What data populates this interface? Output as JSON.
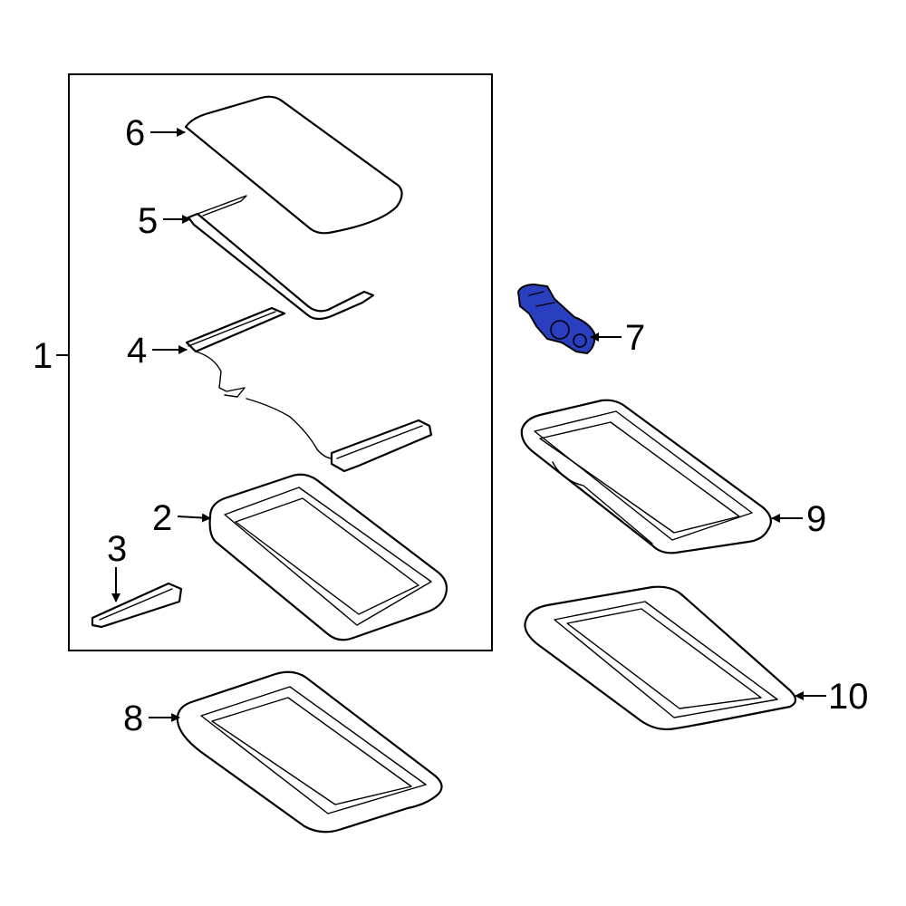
{
  "diagram": {
    "accent_color": "#2a3fc0",
    "callouts": [
      {
        "id": "1",
        "text": "1"
      },
      {
        "id": "2",
        "text": "2"
      },
      {
        "id": "3",
        "text": "3"
      },
      {
        "id": "4",
        "text": "4"
      },
      {
        "id": "5",
        "text": "5"
      },
      {
        "id": "6",
        "text": "6"
      },
      {
        "id": "7",
        "text": "7"
      },
      {
        "id": "8",
        "text": "8"
      },
      {
        "id": "9",
        "text": "9"
      },
      {
        "id": "10",
        "text": "10"
      }
    ]
  }
}
